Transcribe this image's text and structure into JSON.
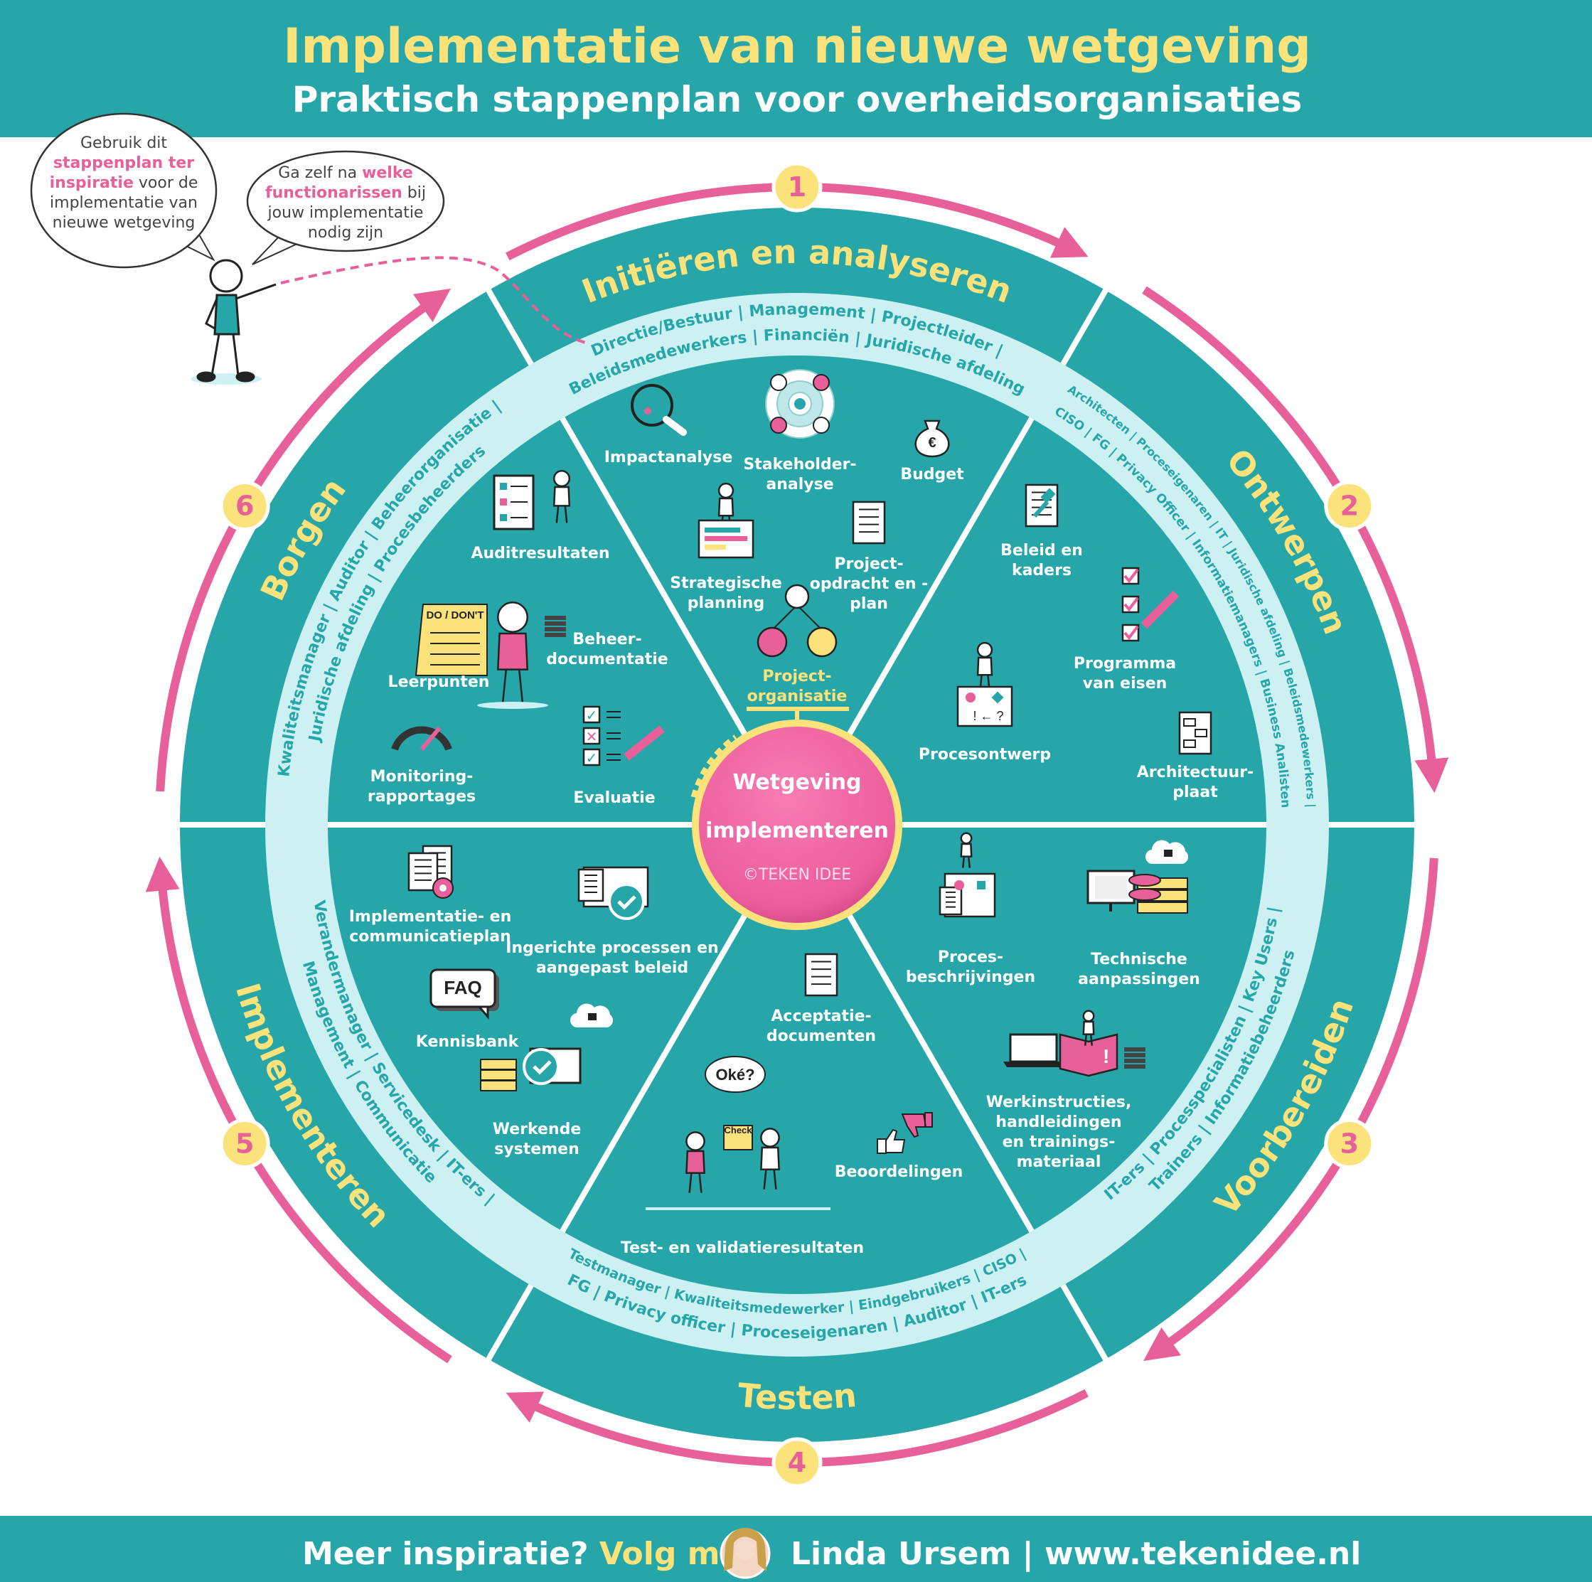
{
  "header": {
    "title": "Implementatie van nieuwe wetgeving",
    "subtitle": "Praktisch stappenplan voor overheidsorganisaties"
  },
  "bubbles": {
    "left": [
      [
        {
          "text": "Gebruik dit",
          "hl": false
        }
      ],
      [
        {
          "text": "stappenplan ter",
          "hl": true
        }
      ],
      [
        {
          "text": "inspiratie",
          "hl": true
        },
        {
          "text": " voor de",
          "hl": false
        }
      ],
      [
        {
          "text": "implementatie van",
          "hl": false
        }
      ],
      [
        {
          "text": "nieuwe wetgeving",
          "hl": false
        }
      ]
    ],
    "right": [
      [
        {
          "text": "Ga zelf na ",
          "hl": false
        },
        {
          "text": "welke",
          "hl": true
        }
      ],
      [
        {
          "text": "functionarissen",
          "hl": true
        },
        {
          "text": " bij",
          "hl": false
        }
      ],
      [
        {
          "text": "jouw implementatie",
          "hl": false
        }
      ],
      [
        {
          "text": "nodig zijn",
          "hl": false
        }
      ]
    ]
  },
  "center": {
    "line1": "Wetgeving",
    "line2": "implementeren",
    "copyright": "©TEKEN IDEE"
  },
  "phases": [
    {
      "number": "1",
      "label": "Initiëren en analyseren",
      "roles": [
        "Directie/Bestuur | Management | Projectleider |",
        "Beleidsmedewerkers | Financiën | Juridische afdeling"
      ],
      "items": [
        {
          "lines": [
            "Impactanalyse"
          ],
          "icon": "magnifier-icon"
        },
        {
          "lines": [
            "Stakeholder-",
            "analyse"
          ],
          "icon": "stakeholder-target-icon"
        },
        {
          "lines": [
            "Budget"
          ],
          "icon": "money-bag-icon"
        },
        {
          "lines": [
            "Strategische",
            "planning"
          ],
          "icon": "presentation-board-icon"
        },
        {
          "lines": [
            "Project-",
            "opdracht en -",
            "plan"
          ],
          "icon": "document-icon"
        },
        {
          "lines": [
            "Project-",
            "organisatie"
          ],
          "icon": "org-chart-icon",
          "highlight": true
        }
      ]
    },
    {
      "number": "2",
      "label": "Ontwerpen",
      "roles": [
        "Architecten | Proceseigenaren | IT | Juridische afdeling | Beleidsmedewerkers |",
        "CISO | FG | Privacy Officer | Informatiemanagers | Business Analisten"
      ],
      "items": [
        {
          "lines": [
            "Beleid en",
            "kaders"
          ],
          "icon": "gavel-document-icon"
        },
        {
          "lines": [
            "Programma",
            "van eisen"
          ],
          "icon": "checklist-pencil-icon"
        },
        {
          "lines": [
            "Procesontwerp"
          ],
          "icon": "process-board-icon"
        },
        {
          "lines": [
            "Architectuur-",
            "plaat"
          ],
          "icon": "flowchart-document-icon"
        }
      ]
    },
    {
      "number": "3",
      "label": "Voorbereiden",
      "roles": [
        "IT-ers | Processpecialisten | Key Users |",
        "Trainers | Informatiebeheerders"
      ],
      "items": [
        {
          "lines": [
            "Proces-",
            "beschrijvingen"
          ],
          "icon": "process-paper-icon"
        },
        {
          "lines": [
            "Technische",
            "aanpassingen"
          ],
          "icon": "server-cloud-icon"
        },
        {
          "lines": [
            "Werkinstructies,",
            "handleidingen",
            "en trainings-",
            "materiaal"
          ],
          "icon": "laptop-book-icon"
        }
      ]
    },
    {
      "number": "4",
      "label": "Testen",
      "roles": [
        "Testmanager | Kwaliteitsmedewerker | Eindgebruikers | CISO |",
        "FG | Privacy officer | Proceseigenaren | Auditor | IT-ers"
      ],
      "items": [
        {
          "lines": [
            "Acceptatie-",
            "documenten"
          ],
          "icon": "document-list-icon"
        },
        {
          "lines": [
            "Beoordelingen"
          ],
          "icon": "thumbs-icon"
        },
        {
          "lines": [
            "Test- en validatieresultaten"
          ],
          "icon": "two-people-icon"
        }
      ],
      "bubble": "Oké?",
      "check_label": "Check"
    },
    {
      "number": "5",
      "label": "Implementeren",
      "roles": [
        "Verandermanager | Servicedesk | IT-ers |",
        "Management | Communicatie"
      ],
      "items": [
        {
          "lines": [
            "Implementatie- en",
            "communicatieplan"
          ],
          "icon": "documents-gear-icon"
        },
        {
          "lines": [
            "Ingerichte processen en",
            "aangepast beleid"
          ],
          "icon": "documents-check-icon"
        },
        {
          "lines": [
            "Kennisbank"
          ],
          "icon": "faq-icon"
        },
        {
          "lines": [
            "Werkende",
            "systemen"
          ],
          "icon": "systems-icon"
        }
      ],
      "faq_label": "FAQ"
    },
    {
      "number": "6",
      "label": "Borgen",
      "roles": [
        "Kwaliteitsmanager | Auditor | Beheerorganisatie |",
        "Juridische afdeling | Procesbeheerders"
      ],
      "items": [
        {
          "lines": [
            "Auditresultaten"
          ],
          "icon": "audit-board-icon"
        },
        {
          "lines": [
            "Leerpunten"
          ],
          "icon": "sticky-note-icon"
        },
        {
          "lines": [
            "Beheer-",
            "documentatie"
          ],
          "icon": "person-icon"
        },
        {
          "lines": [
            "Monitoring-",
            "rapportages"
          ],
          "icon": "gauge-icon"
        },
        {
          "lines": [
            "Evaluatie"
          ],
          "icon": "checklist-icon"
        }
      ],
      "note_label": "DO / DON'T"
    }
  ],
  "footer": {
    "text1": "Meer inspiratie? ",
    "text2": "Volg me",
    "text3": "Linda Ursem | www.tekenidee.nl"
  },
  "colors": {
    "teal": "#26a6a8",
    "light": "#cdf0f2",
    "yellow": "#fbe27a",
    "pink": "#e8609a"
  }
}
